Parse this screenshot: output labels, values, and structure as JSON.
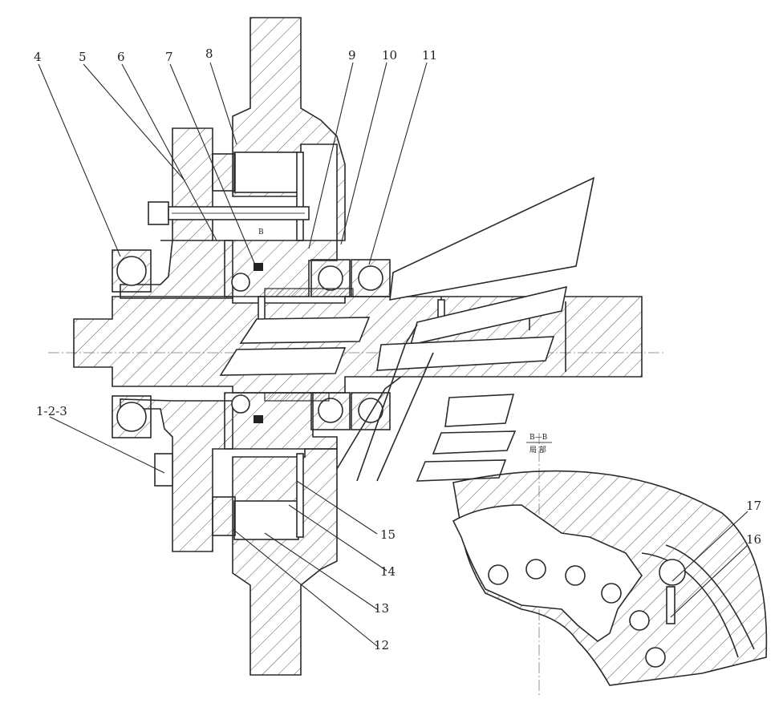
{
  "callouts": [
    {
      "id": "c4",
      "text": "4"
    },
    {
      "id": "c5",
      "text": "5"
    },
    {
      "id": "c6",
      "text": "6"
    },
    {
      "id": "c7",
      "text": "7"
    },
    {
      "id": "c8",
      "text": "8"
    },
    {
      "id": "c9",
      "text": "9"
    },
    {
      "id": "c10",
      "text": "10"
    },
    {
      "id": "c11",
      "text": "11"
    },
    {
      "id": "c123",
      "text": "1-2-3"
    },
    {
      "id": "c15",
      "text": "15"
    },
    {
      "id": "c14",
      "text": "14"
    },
    {
      "id": "c13",
      "text": "13"
    },
    {
      "id": "c12",
      "text": "12"
    },
    {
      "id": "c17",
      "text": "17"
    },
    {
      "id": "c16",
      "text": "16"
    }
  ],
  "section_mark": "B",
  "detail_view": {
    "title": "B—B",
    "subtitle": "局 部"
  }
}
